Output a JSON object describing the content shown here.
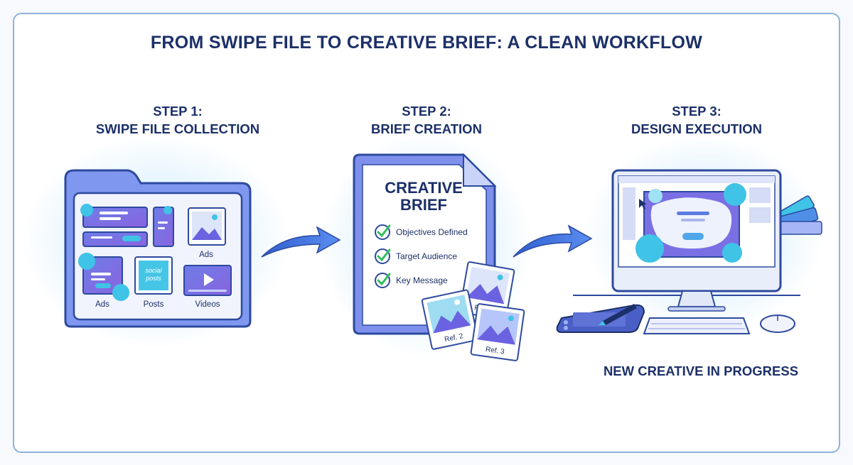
{
  "title": "FROM SWIPE FILE TO CREATIVE BRIEF: A CLEAN WORKFLOW",
  "steps": [
    {
      "number": "STEP 1:",
      "name": "SWIPE FILE COLLECTION"
    },
    {
      "number": "STEP 2:",
      "name": "BRIEF CREATION"
    },
    {
      "number": "STEP 3:",
      "name": "DESIGN EXECUTION"
    }
  ],
  "swipe_file": {
    "labels": {
      "ads_top": "Ads",
      "ads_bottom": "Ads",
      "posts": "Posts",
      "videos": "Videos"
    },
    "social_text_1": "social",
    "social_text_2": "posts"
  },
  "brief": {
    "title_line1": "CREATIVE",
    "title_line2": "BRIEF",
    "checklist": [
      "Objectives Defined",
      "Target Audience",
      "Key Message"
    ],
    "refs": [
      "Ref. 1",
      "Ref. 2",
      "Ref. 3"
    ]
  },
  "design": {
    "status": "NEW CREATIVE IN PROGRESS"
  },
  "colors": {
    "navy": "#1c3068",
    "blue": "#3f66d6",
    "purple": "#6a62e0",
    "cyan": "#3fc3e6",
    "green": "#2fbf5b",
    "frame": "#8fb2db"
  }
}
